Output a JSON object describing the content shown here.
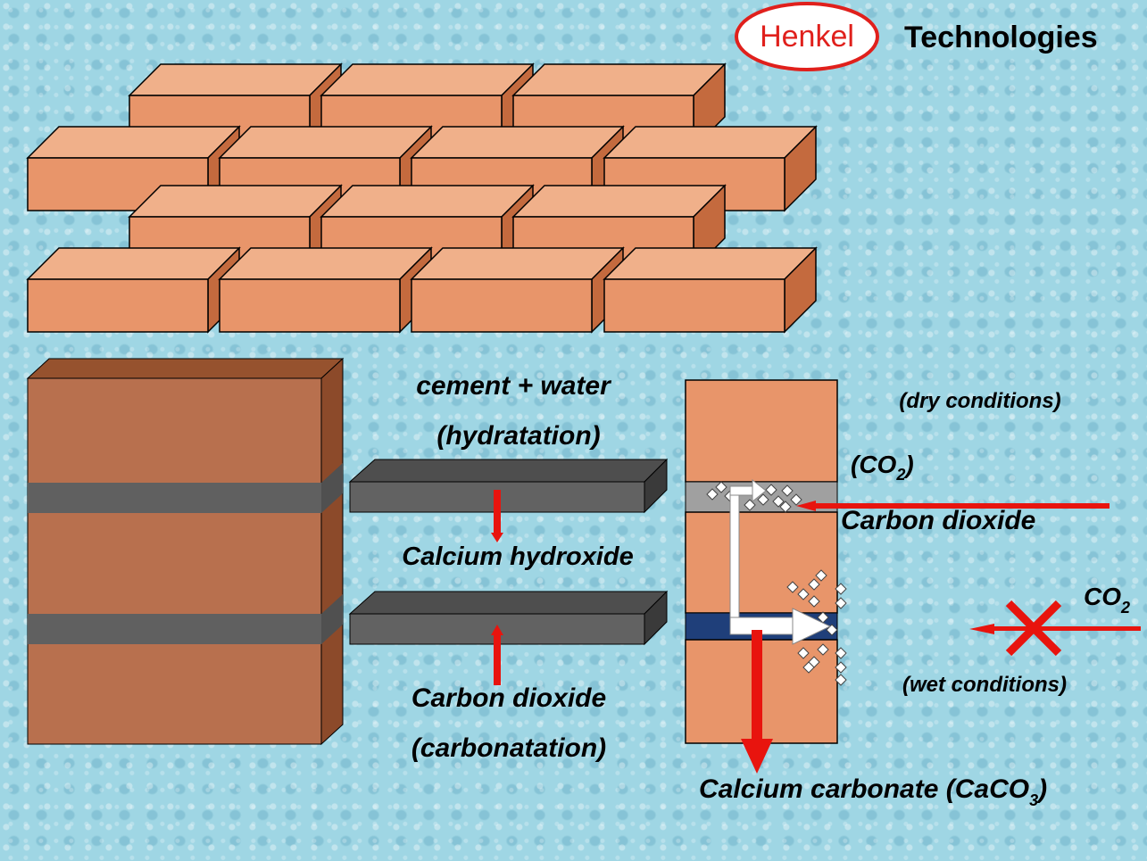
{
  "header": {
    "logo_text": "Henkel",
    "brand_text": "Technologies"
  },
  "labels": {
    "cement_water": "cement + water",
    "hydratation": "(hydratation)",
    "calcium_hydroxide": "Calcium hydroxide",
    "carbon_dioxide_lower": "Carbon dioxide",
    "carbonatation": "(carbonatation)",
    "dry_conditions": "(dry conditions)",
    "co2_paren": "(CO",
    "co2_paren_sub": "2",
    "co2_paren_close": ")",
    "carbon_dioxide_right": "Carbon dioxide",
    "co2": "CO",
    "co2_sub": "2",
    "wet_conditions": "(wet conditions)",
    "calcium_carbonate": "Calcium carbonate (CaCO",
    "calcium_carbonate_sub": "3",
    "calcium_carbonate_close": ")"
  },
  "colors": {
    "brick_front": "#e8956a",
    "brick_top": "#f0b08a",
    "brick_side": "#c46a3e",
    "dark_brick_front": "#b8704e",
    "dark_brick_top": "#96522e",
    "dark_brick_side": "#8c4a2a",
    "mortar": "#606060",
    "mortar_top": "#505050",
    "mortar_wet": "#1f3f7a",
    "arrow_red": "#e8140e",
    "henkel_red": "#e0201c"
  }
}
